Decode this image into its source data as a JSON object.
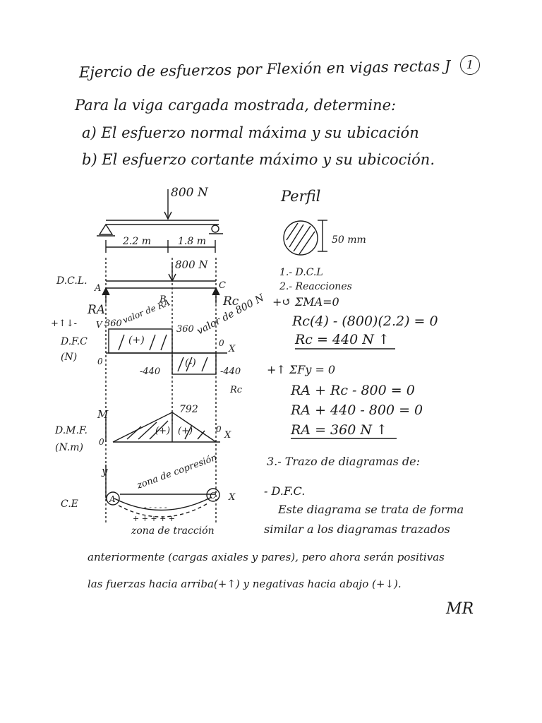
{
  "page_number": "1",
  "title": "Ejercio de esfuerzos por Flexión en vigas rectas J",
  "intro": "Para la viga cargada mostrada, determine:",
  "item_a": "a) El esfuerzo normal máxima y su ubicación",
  "item_b": "b) El esfuerzo cortante máximo y su ubicoción.",
  "beam": {
    "load_label": "800 N",
    "span_left": "2.2 m",
    "span_right": "1.8 m"
  },
  "dcl": {
    "label": "D.C.L.",
    "load_label": "800 N",
    "point_a": "A",
    "point_b": "B",
    "point_c": "C",
    "reaction_a": "RA",
    "reaction_c": "Rc",
    "note_ra": "valor de RA",
    "note_800": "valor de 800 N"
  },
  "dfc": {
    "label": "D.F.C",
    "unit": "(N)",
    "axis_v": "V",
    "axis_x": "X",
    "zero_left": "0",
    "zero_right": "0",
    "sign_convention": "+↑↓-",
    "value_360_left": "360",
    "value_360_right": "360",
    "value_neg_left": "-440",
    "value_neg_right": "-440",
    "rc_ref": "Rc",
    "sign_pos": "(+)",
    "sign_neg": "(-)"
  },
  "dmf": {
    "label": "D.M.F.",
    "unit": "(N.m)",
    "axis_m": "M",
    "axis_x": "X",
    "zero_left": "0",
    "zero_right": "0",
    "peak": "792",
    "sign_left": "(+)",
    "sign_right": "(+)"
  },
  "ce": {
    "label": "C.E",
    "axis_y": "y",
    "axis_x": "X",
    "point_a": "A",
    "point_c": "C",
    "compression": "zona de copresión",
    "tension": "zona de tracción"
  },
  "perfil": {
    "title": "Perfil",
    "diameter": "50 mm"
  },
  "steps": {
    "step1": "1.- D.C.L",
    "step2": "2.- Reacciones",
    "sum_ma": "+↺ ΣMA=0",
    "eq1": "Rc(4) - (800)(2.2) = 0",
    "eq2": "Rc = 440 N ↑",
    "sum_fy": "+↑ ΣFy = 0",
    "eq3": "RA + Rc - 800 = 0",
    "eq4": "RA + 440 - 800 = 0",
    "eq5": "RA = 360 N ↑",
    "step3": "3.- Trazo de diagramas de:",
    "dfc_item": "- D.F.C."
  },
  "paragraph": {
    "line1": "Este diagrama se trata de forma",
    "line2": "similar a los diagramas trazados",
    "line3": "anteriormente (cargas axiales y pares), pero ahora serán positivas",
    "line4": "las fuerzas hacia arriba(+↑) y negativas hacia abajo (+↓)."
  },
  "signature": "MR"
}
